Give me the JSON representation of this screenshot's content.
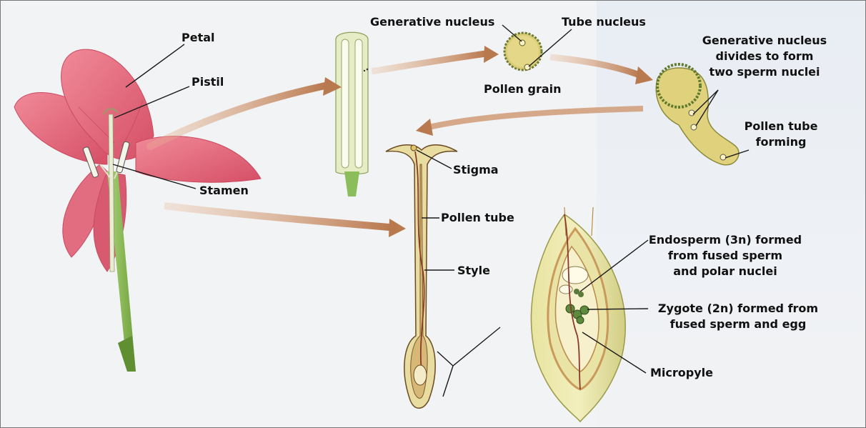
{
  "labels": {
    "petal": "Petal",
    "pistil": "Pistil",
    "stamen": "Stamen",
    "generative_nucleus": "Generative nucleus",
    "tube_nucleus": "Tube nucleus",
    "pollen_grain": "Pollen grain",
    "generative_divides": [
      "Generative nucleus",
      "divides to form",
      "two sperm nuclei"
    ],
    "pollen_tube_forming": [
      "Pollen tube",
      "forming"
    ],
    "stigma": "Stigma",
    "pollen_tube": "Pollen tube",
    "style": "Style",
    "endosperm": [
      "Endosperm (3n) formed",
      "from fused sperm",
      "and polar nuclei"
    ],
    "zygote": [
      "Zygote (2n) formed from",
      "fused sperm and egg"
    ],
    "micropyle": "Micropyle"
  },
  "colors": {
    "petal": "#e8687a",
    "petal_dark": "#c94a5e",
    "stem": "#8fbf5a",
    "pollen": "#d8c873",
    "pollen_edge": "#7a8a3a",
    "arrow": "#c88a5e",
    "ovary": "#d9d58a",
    "tissue": "#c99a5a"
  }
}
